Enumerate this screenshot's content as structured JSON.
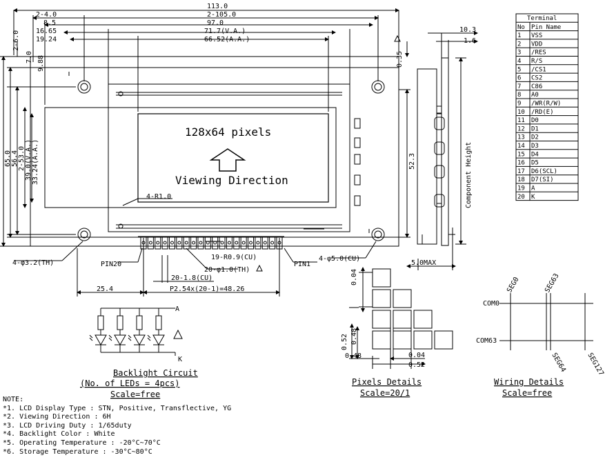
{
  "drawing": {
    "top_dims": {
      "overall_width": "113.0",
      "hole_pitch": "2-105.0",
      "hole_off": "2-4.0",
      "va_left": "8.5",
      "aa_left_1": "16.65",
      "aa_left_2": "19.24",
      "width_97": "97.0",
      "va": "71.7(V.A.)",
      "aa": "66.52(A.A.)"
    },
    "left_dims": {
      "hole_off": "2-6.0",
      "d_7": "7.0",
      "d_9": "9.88",
      "height_65": "65.0",
      "height_56": "56.4",
      "height_53": "2-53.0",
      "va": "39.0(V.A.)",
      "aa": "33.24(A.A.)"
    },
    "right_dims": {
      "d_035": "0.35",
      "height_523": "52.3"
    },
    "screen": {
      "resolution": "128x64 pixels",
      "viewing": "Viewing Direction",
      "corner": "4-R1.0"
    },
    "callouts": {
      "hole_th": "4-φ3.2(TH)",
      "pin20": "PIN20",
      "pin1": "PIN1",
      "pad_r": "19-R0.9(CU)",
      "pad_hole": "20-φ1.0(TH)",
      "pad_cu": "20-1.8(CU)",
      "pitch": "P2.54x(20-1)=48.26",
      "offset": "25.4",
      "hole_cu": "4-φ5.0(CU)"
    },
    "side": {
      "d_103": "10.3",
      "d_16": "1.6",
      "comp_height": "Component Height",
      "max": "5.0MAX"
    }
  },
  "terminal": {
    "title": "Terminal",
    "headers": [
      "No",
      "Pin Name"
    ],
    "rows": [
      [
        "1",
        "VSS"
      ],
      [
        "2",
        "VDD"
      ],
      [
        "3",
        "/RES"
      ],
      [
        "4",
        "R/S"
      ],
      [
        "5",
        "/CS1"
      ],
      [
        "6",
        "CS2"
      ],
      [
        "7",
        "C86"
      ],
      [
        "8",
        "A0"
      ],
      [
        "9",
        "/WR(R/W)"
      ],
      [
        "10",
        "/RD(E)"
      ],
      [
        "11",
        "D0"
      ],
      [
        "12",
        "D1"
      ],
      [
        "13",
        "D2"
      ],
      [
        "14",
        "D3"
      ],
      [
        "15",
        "D4"
      ],
      [
        "16",
        "D5"
      ],
      [
        "17",
        "D6(SCL)"
      ],
      [
        "18",
        "D7(SI)"
      ],
      [
        "19",
        "A"
      ],
      [
        "20",
        "K"
      ]
    ]
  },
  "backlight": {
    "anode": "A",
    "cathode": "K",
    "title": "Backlight Circuit",
    "subtitle": "(No. of LEDs = 4pcs)",
    "scale": "Scale=free"
  },
  "pixels": {
    "title": "Pixels Details",
    "scale": "Scale=20/1",
    "d004_top": "0.04",
    "d052_v": "0.52",
    "d048_v": "0.48",
    "d004_bot": "0.04",
    "d048_h": "0.48",
    "d052_h": "0.52"
  },
  "wiring": {
    "title": "Wiring Details",
    "scale": "Scale=free",
    "com0": "COM0",
    "com63": "COM63",
    "seg0": "SEG0",
    "seg63": "SEG63",
    "seg64": "SEG64",
    "seg127": "SEG127"
  },
  "notes": {
    "title": "NOTE:",
    "items": [
      "*1. LCD Display Type : STN, Positive, Transflective, YG",
      "*2. Viewing Direction : 6H",
      "*3. LCD Driving Duty : 1/65duty",
      "*4. Backlight Color : White",
      "*5. Operating Temperature : -20°C~70°C",
      "*6. Storage Temperature : -30°C~80°C"
    ]
  }
}
